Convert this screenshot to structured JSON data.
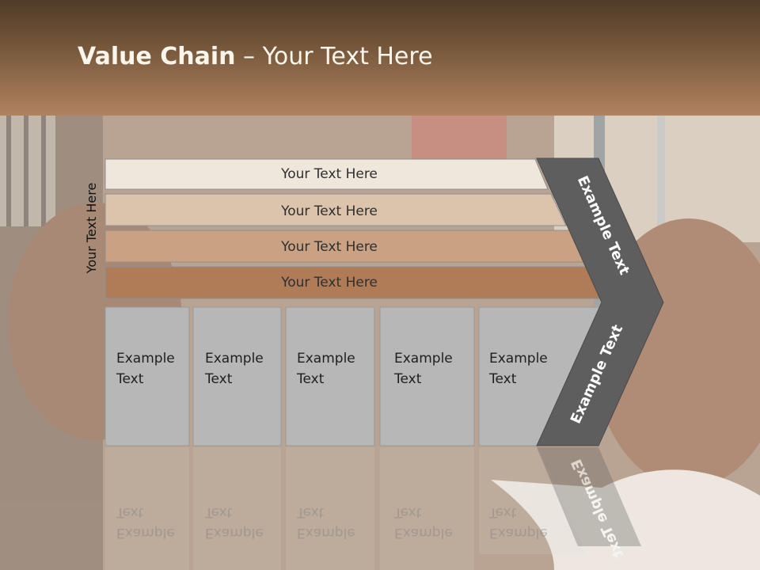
{
  "title": {
    "bold": "Value Chain",
    "rest": " – Your Text Here"
  },
  "side_label": "Your Text Here",
  "bands": [
    {
      "label": "Your Text Here",
      "color": "#efe6dc"
    },
    {
      "label": "Your Text Here",
      "color": "#dcc3ab"
    },
    {
      "label": "Your Text Here",
      "color": "#c9a283"
    },
    {
      "label": "Your Text Here",
      "color": "#b07c58"
    }
  ],
  "columns": [
    {
      "line1": "Example",
      "line2": "Text"
    },
    {
      "line1": "Example",
      "line2": "Text"
    },
    {
      "line1": "Example",
      "line2": "Text"
    },
    {
      "line1": "Example",
      "line2": "Text"
    },
    {
      "line1": "Example",
      "line2": "Text"
    }
  ],
  "chevron": {
    "upper_label": "Example Text",
    "lower_label": "Example Text",
    "color": "#5e5e5e"
  },
  "colors": {
    "header_dark": "#4f3b27",
    "header_light": "#b08360",
    "column_fill": "#b7b7b7"
  }
}
